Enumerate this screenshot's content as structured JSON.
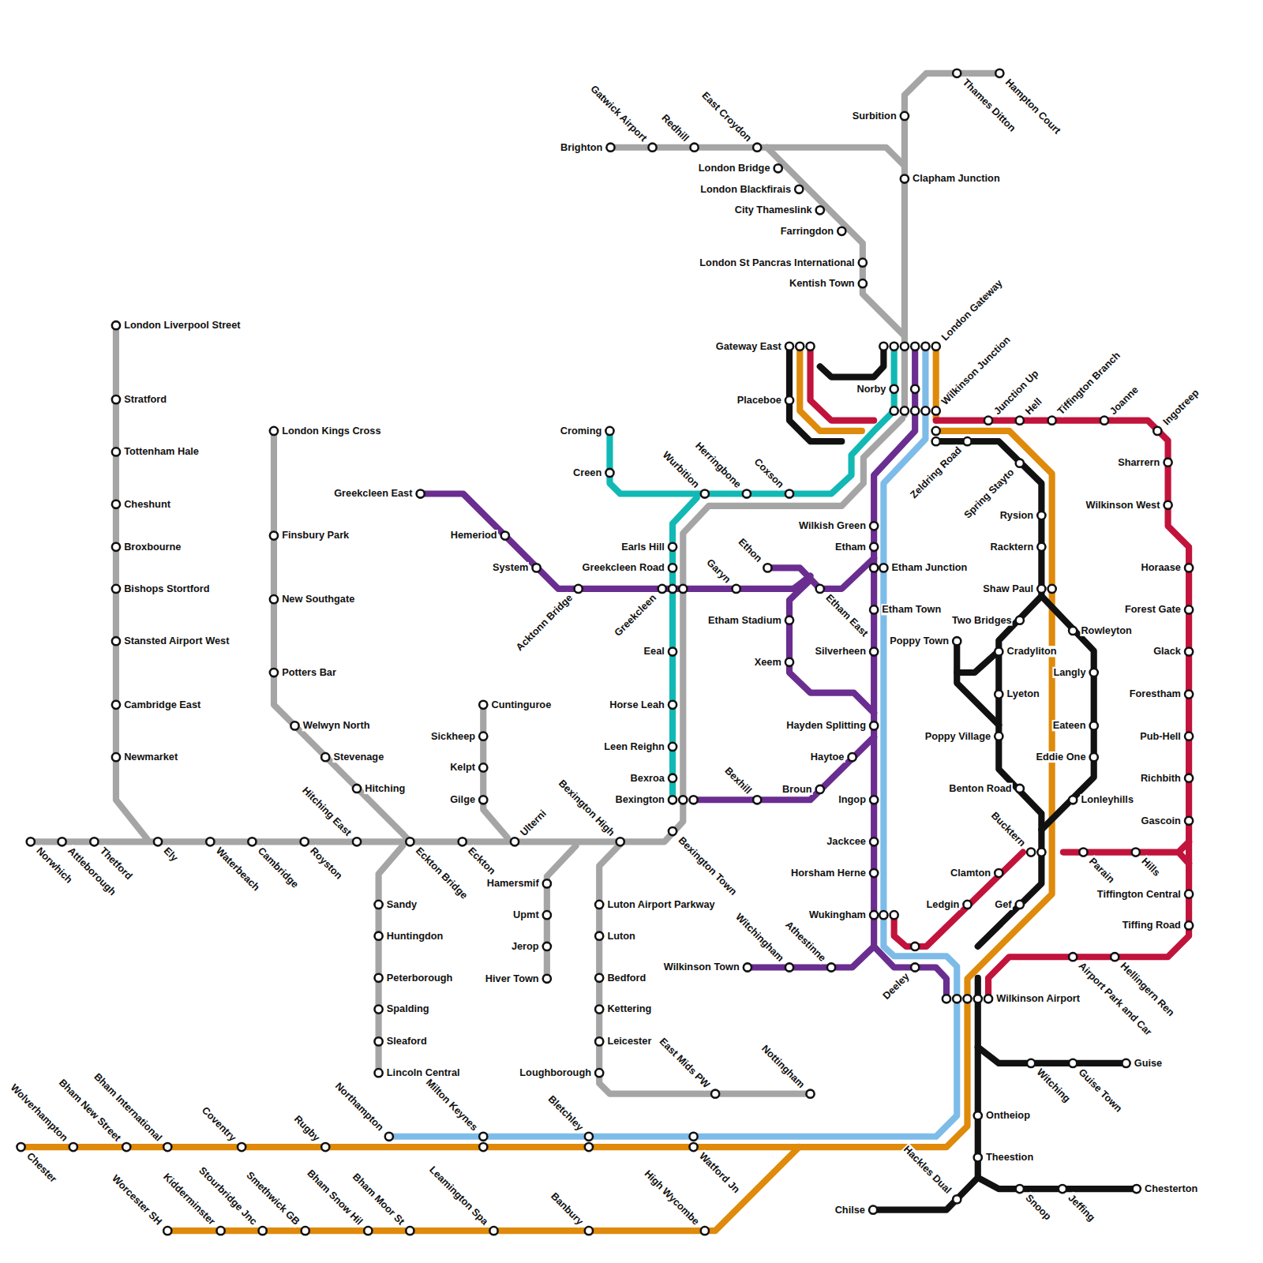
{
  "diagram": {
    "labels": [
      "Brighton",
      "Gatwick Airport",
      "Redhill",
      "East Croydon",
      "London Bridge",
      "London Blackfirais",
      "City Thameslink",
      "Farringdon",
      "London St Pancras International",
      "Kentish Town",
      "Surbition",
      "Thames Ditton",
      "Hampton Court",
      "Clapham Junction",
      "Gateway East",
      "London Gateway",
      "Placeboe",
      "Norby",
      "Wilkinson Junction",
      "Zeldring Road",
      "Junction Up",
      "Hell",
      "Tiffington Branch",
      "Joanne",
      "Ingotreep",
      "Sharrern",
      "Wilkinson West",
      "Croming",
      "Creen",
      "Wurbition",
      "Herringbone",
      "Coxson",
      "Greekcleen East",
      "Hemeriod",
      "System",
      "Acktonn Bridge",
      "Greekcleen",
      "Earls Hill",
      "Greekcleen Road",
      "Garyn",
      "Ethon",
      "Etham East",
      "Wilkish Green",
      "Etham",
      "Etham Junction",
      "Etham Stadium",
      "Etham Town",
      "Xeem",
      "Silverheen",
      "Spring Stayto",
      "Rysion",
      "Racktern",
      "Shaw Paul",
      "Two Bridges",
      "Rowleyton",
      "Poppy Town",
      "Cradyliton",
      "Langly",
      "Lyeton",
      "Horaase",
      "Forest Gate",
      "Glack",
      "Forestham",
      "Pub-Hell",
      "Richbith",
      "Gascoin",
      "Tiffington Central",
      "Tiffing Road",
      "Eeal",
      "Horse Leah",
      "Hayden Splitting",
      "Poppy Village",
      "Eateen",
      "Eddie One",
      "Leen Reighn",
      "Haytoe",
      "Bexroa",
      "Broun",
      "Benton Road",
      "Bexington",
      "Bexhill",
      "Ingop",
      "Lonleyhills",
      "London Liverpool Street",
      "Stratford",
      "Tottenham Hale",
      "Cheshunt",
      "Broxbourne",
      "Bishops Stortford",
      "Stansted Airport West",
      "Cambridge East",
      "Newmarket",
      "London Kings Cross",
      "Finsbury Park",
      "New Southgate",
      "Potters Bar",
      "Welwyn North",
      "Stevenage",
      "Hitching",
      "Cuntinguroe",
      "Sickheep",
      "Kelpt",
      "Gilge",
      "Norwhich",
      "Attleborough",
      "Thetford",
      "Ely",
      "Waterbeach",
      "Cambridge",
      "Royston",
      "Hitching East",
      "Eckton Bridge",
      "Eckton",
      "Ulterni",
      "Bexington High",
      "Bexington Town",
      "Jackcee",
      "Horsham Herne",
      "Wukingham",
      "Bucktern",
      "Parain",
      "Hills",
      "Clamton",
      "Ledgin",
      "Gef",
      "Sandy",
      "Huntingdon",
      "Peterborough",
      "Spalding",
      "Sleaford",
      "Lincoln Central",
      "Hamersmif",
      "Upmt",
      "Jerop",
      "Hiver Town",
      "Luton Airport Parkway",
      "Luton",
      "Bedford",
      "Kettering",
      "Leicester",
      "Loughborough",
      "Wilkinson Town",
      "Witchingham",
      "Athestinne",
      "Deeley",
      "Airport Park and Car",
      "Hellingern Ren",
      "Wilkinson Airport",
      "Witching",
      "Guise Town",
      "Guise",
      "East Mids PW",
      "Nottingham",
      "Ontheiop",
      "Theestion",
      "Wolverhampton",
      "Bham New Street",
      "Bham International",
      "Coventry",
      "Rugby",
      "Northampton",
      "Milton Keynes",
      "Bletchley",
      "Chester",
      "Watford Jn",
      "Hackles Dual",
      "Snoop",
      "Jeffing",
      "Chesterton",
      "Chilse",
      "Worcester SH",
      "Kidderminster",
      "Stourbridge Jnc",
      "Smethwick GB",
      "Bham Snow Hil",
      "Bham Moor St",
      "Leamington Spa",
      "Banbury",
      "High Wycombe"
    ]
  }
}
